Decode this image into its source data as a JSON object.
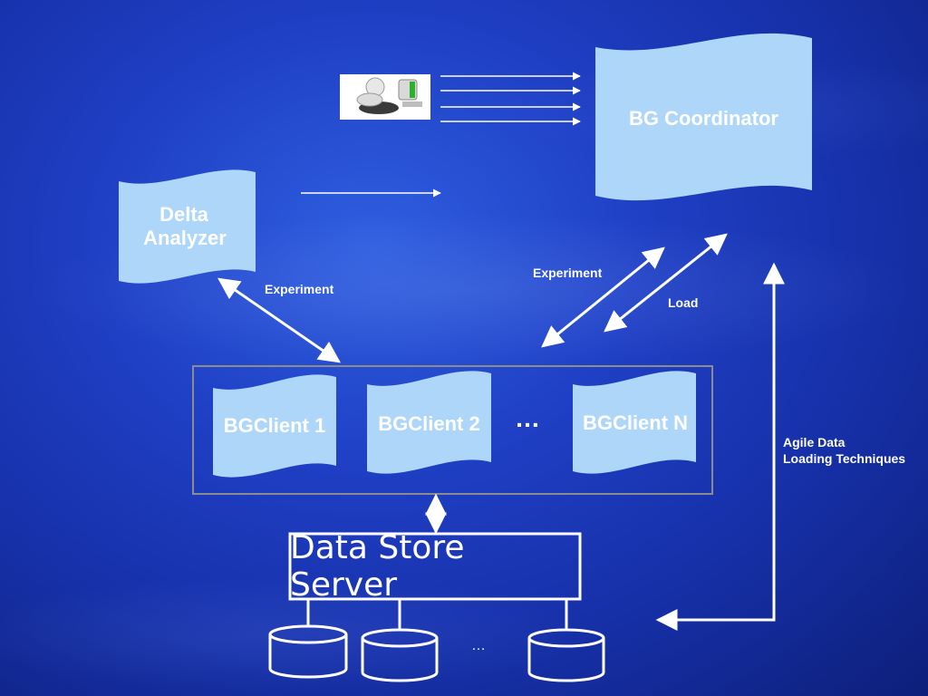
{
  "nodes": {
    "coordinator": "BG Coordinator",
    "delta_analyzer_line1": "Delta",
    "delta_analyzer_line2": "Analyzer",
    "client1": "BGClient 1",
    "client2": "BGClient 2",
    "clientN": "BGClient N",
    "clients_ellipsis": "…",
    "data_store": "Data Store Server",
    "db_ellipsis": "…"
  },
  "edges": {
    "experiment_left": "Experiment",
    "experiment_right": "Experiment",
    "load": "Load",
    "agile_line1": "Agile Data",
    "agile_line2": "Loading Techniques"
  },
  "icons": {
    "user": "user-at-computer-icon"
  },
  "colors": {
    "background": "#1f3fc4",
    "node_fill": "#aed6f8",
    "line": "#ffffff",
    "group_border": "#8c8c8c"
  }
}
